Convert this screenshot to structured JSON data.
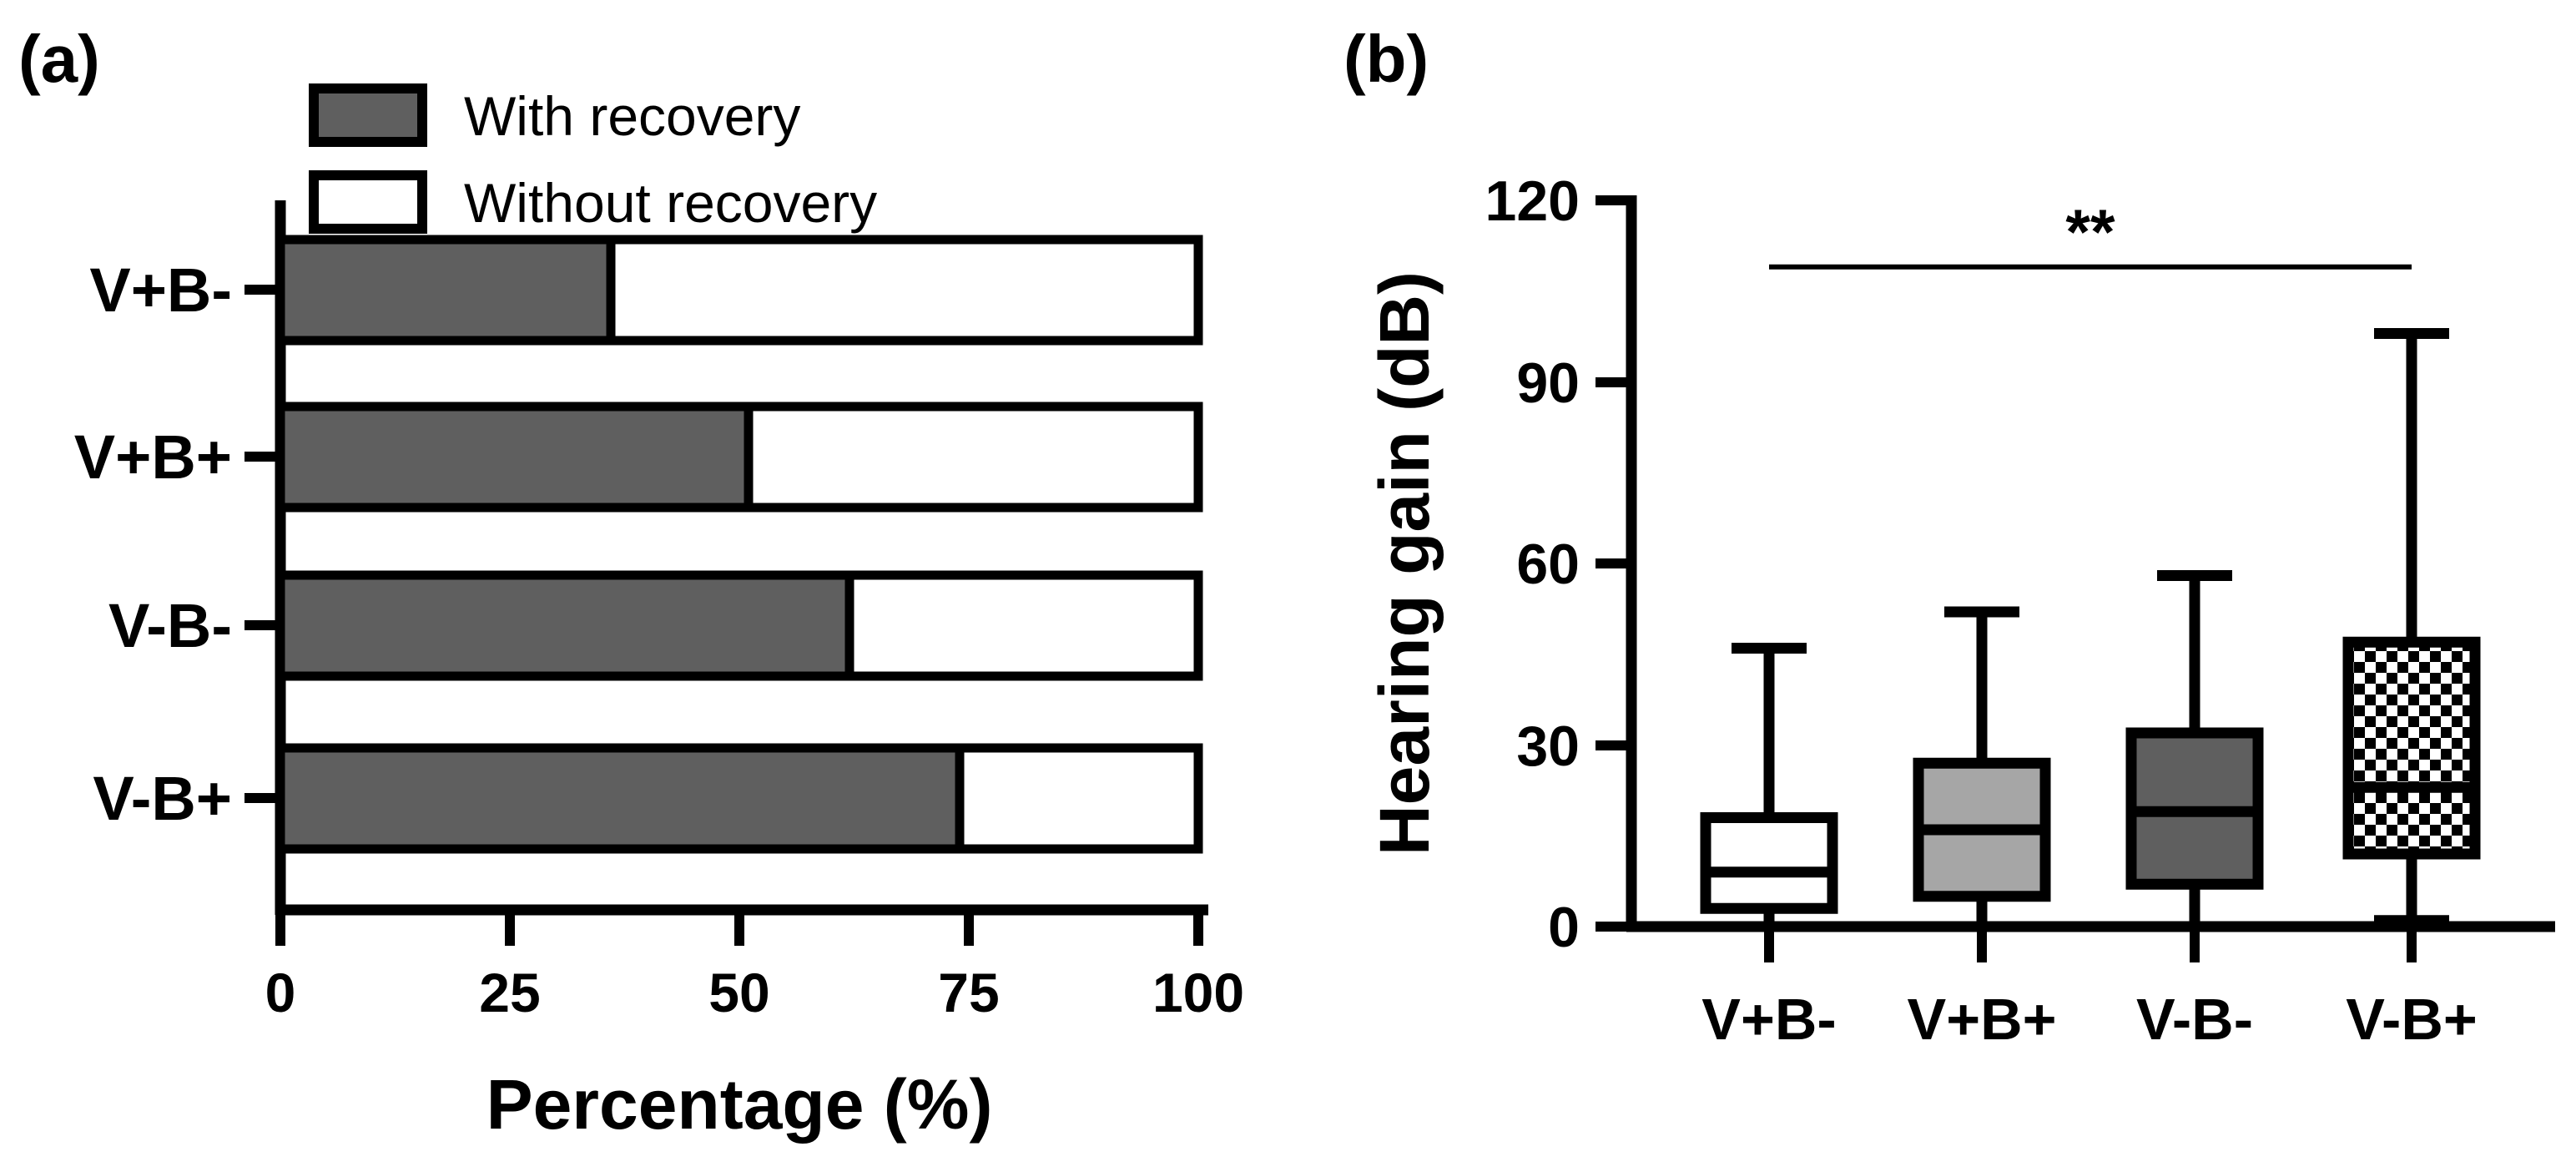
{
  "figure": {
    "panel_a_label": "(a)",
    "panel_b_label": "(b)"
  },
  "colors": {
    "dark_gray": "#5F5F5F",
    "light_gray": "#A6A6A6",
    "white": "#FFFFFF",
    "black": "#000000"
  },
  "chart_data": [
    {
      "id": "panel-a",
      "type": "bar",
      "subtype": "horizontal-stacked",
      "title": "",
      "xlabel": "Percentage (%)",
      "ylabel": "",
      "xlim": [
        0,
        100
      ],
      "xticks": [
        0,
        25,
        50,
        75,
        100
      ],
      "grid": false,
      "legend_position": "top",
      "categories": [
        "V+B-",
        "V+B+",
        "V-B-",
        "V-B+"
      ],
      "legend": [
        {
          "label": "With recovery",
          "fill": "#5F5F5F"
        },
        {
          "label": "Without recovery",
          "fill": "#FFFFFF"
        }
      ],
      "series": [
        {
          "name": "With recovery",
          "values": [
            36,
            51,
            62,
            74
          ]
        },
        {
          "name": "Without recovery",
          "values": [
            64,
            49,
            38,
            26
          ]
        }
      ]
    },
    {
      "id": "panel-b",
      "type": "box",
      "title": "",
      "xlabel": "",
      "ylabel": "Hearing gain (dB)",
      "ylim": [
        0,
        120
      ],
      "yticks": [
        0,
        30,
        60,
        90,
        120
      ],
      "grid": false,
      "categories": [
        "V+B-",
        "V+B+",
        "V-B-",
        "V-B+"
      ],
      "boxes": [
        {
          "category": "V+B-",
          "min": 0,
          "q1": 3,
          "median": 9,
          "q3": 18,
          "max": 46,
          "fill": "white"
        },
        {
          "category": "V+B+",
          "min": 0,
          "q1": 5,
          "median": 16,
          "q3": 27,
          "max": 52,
          "fill": "lightgray"
        },
        {
          "category": "V-B-",
          "min": 0,
          "q1": 7,
          "median": 19,
          "q3": 32,
          "max": 58,
          "fill": "darkgray"
        },
        {
          "category": "V-B+",
          "min": 1,
          "q1": 12,
          "median": 23,
          "q3": 47,
          "max": 98,
          "fill": "checker"
        }
      ],
      "significance": {
        "label": "**",
        "from": "V+B-",
        "to": "V-B+",
        "y": 109
      }
    }
  ]
}
